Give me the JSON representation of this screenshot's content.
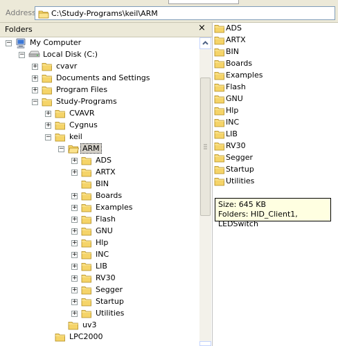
{
  "address": {
    "label": "Address",
    "path": "C:\\Study-Programs\\keil\\ARM"
  },
  "folders_panel": {
    "title": "Folders",
    "close_glyph": "×"
  },
  "tree": [
    {
      "label": "My Computer",
      "level": 0,
      "expander": "minus",
      "icon": "computer-icon"
    },
    {
      "label": "Local Disk (C:)",
      "level": 1,
      "expander": "minus",
      "icon": "drive-icon"
    },
    {
      "label": "cvavr",
      "level": 2,
      "expander": "plus",
      "icon": "folder-icon"
    },
    {
      "label": "Documents and Settings",
      "level": 2,
      "expander": "plus",
      "icon": "folder-icon"
    },
    {
      "label": "Program Files",
      "level": 2,
      "expander": "plus",
      "icon": "folder-icon"
    },
    {
      "label": "Study-Programs",
      "level": 2,
      "expander": "minus",
      "icon": "folder-icon"
    },
    {
      "label": "CVAVR",
      "level": 3,
      "expander": "plus",
      "icon": "folder-icon"
    },
    {
      "label": "Cygnus",
      "level": 3,
      "expander": "plus",
      "icon": "folder-icon"
    },
    {
      "label": "keil",
      "level": 3,
      "expander": "minus",
      "icon": "folder-icon"
    },
    {
      "label": "ARM",
      "level": 4,
      "expander": "minus",
      "icon": "folder-open-icon",
      "selected": true
    },
    {
      "label": "ADS",
      "level": 5,
      "expander": "plus",
      "icon": "folder-icon"
    },
    {
      "label": "ARTX",
      "level": 5,
      "expander": "plus",
      "icon": "folder-icon"
    },
    {
      "label": "BIN",
      "level": 5,
      "expander": "none",
      "icon": "folder-icon"
    },
    {
      "label": "Boards",
      "level": 5,
      "expander": "plus",
      "icon": "folder-icon"
    },
    {
      "label": "Examples",
      "level": 5,
      "expander": "plus",
      "icon": "folder-icon"
    },
    {
      "label": "Flash",
      "level": 5,
      "expander": "plus",
      "icon": "folder-icon"
    },
    {
      "label": "GNU",
      "level": 5,
      "expander": "plus",
      "icon": "folder-icon"
    },
    {
      "label": "Hlp",
      "level": 5,
      "expander": "plus",
      "icon": "folder-icon"
    },
    {
      "label": "INC",
      "level": 5,
      "expander": "plus",
      "icon": "folder-icon"
    },
    {
      "label": "LIB",
      "level": 5,
      "expander": "plus",
      "icon": "folder-icon"
    },
    {
      "label": "RV30",
      "level": 5,
      "expander": "plus",
      "icon": "folder-icon"
    },
    {
      "label": "Segger",
      "level": 5,
      "expander": "plus",
      "icon": "folder-icon"
    },
    {
      "label": "Startup",
      "level": 5,
      "expander": "plus",
      "icon": "folder-icon"
    },
    {
      "label": "Utilities",
      "level": 5,
      "expander": "plus",
      "icon": "folder-icon"
    },
    {
      "label": "uv3",
      "level": 4,
      "expander": "none",
      "icon": "folder-icon"
    },
    {
      "label": "LPC2000",
      "level": 3,
      "expander": "none",
      "icon": "folder-icon"
    }
  ],
  "right_items": [
    "ADS",
    "ARTX",
    "BIN",
    "Boards",
    "Examples",
    "Flash",
    "GNU",
    "Hlp",
    "INC",
    "LIB",
    "RV30",
    "Segger",
    "Startup",
    "Utilities"
  ],
  "tooltip": {
    "line1": "Size: 645 KB",
    "line2": "Folders: HID_Client1, LEDSwitch"
  },
  "colors": {
    "folder": "#f5d469",
    "selection": "#d4d0c8",
    "chrome": "#ece9d8"
  }
}
